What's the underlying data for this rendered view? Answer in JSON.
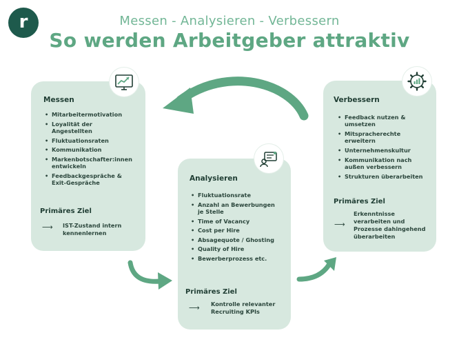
{
  "logo": {
    "letter": "r"
  },
  "header": {
    "subtitle": "Messen - Analysieren - Verbessern",
    "title": "So werden Arbeitgeber attraktiv"
  },
  "cards": {
    "messen": {
      "icon": "chart-monitor-icon",
      "title": "Messen",
      "items": [
        "Mitarbeitermotivation",
        "Loyalität der\nAngestellten",
        "Fluktuationsraten",
        "Kommunikation",
        "Markenbotschafter:innen\nentwickeln",
        "Feedbackgespräche &\nExit-Gespräche"
      ],
      "goal_label": "Primäres Ziel",
      "goal_arrow": "⟶",
      "goal_text": "IST-Zustand intern\nkennenlernen"
    },
    "analysieren": {
      "icon": "analysis-icon",
      "title": "Analysieren",
      "items": [
        "Fluktuationsrate",
        "Anzahl an Bewerbungen\nje Stelle",
        "Time of Vacancy",
        "Cost per Hire",
        "Absagequote / Ghosting",
        "Quality of Hire",
        "Bewerberprozess etc."
      ],
      "goal_label": "Primäres Ziel",
      "goal_arrow": "⟶",
      "goal_text": "Kontrolle relevanter\nRecruiting KPIs"
    },
    "verbessern": {
      "icon": "gear-chart-icon",
      "title": "Verbessern",
      "items": [
        "Feedback nutzen &\numsetzen",
        "Mitspracherechte\nerweitern",
        "Unternehmenskultur",
        "Kommunikation nach\naußen verbessern",
        "Strukturen überarbeiten"
      ],
      "goal_label": "Primäres Ziel",
      "goal_arrow": "⟶",
      "goal_text": "Erkenntnisse\nverarbeiten und\nProzesse dahingehend\nüberarbeiten"
    }
  },
  "colors": {
    "accent": "#5ea783",
    "subtitle": "#72b696",
    "card": "#d7e8df",
    "logo": "#1e5a4c",
    "text": "#1f3d33"
  }
}
